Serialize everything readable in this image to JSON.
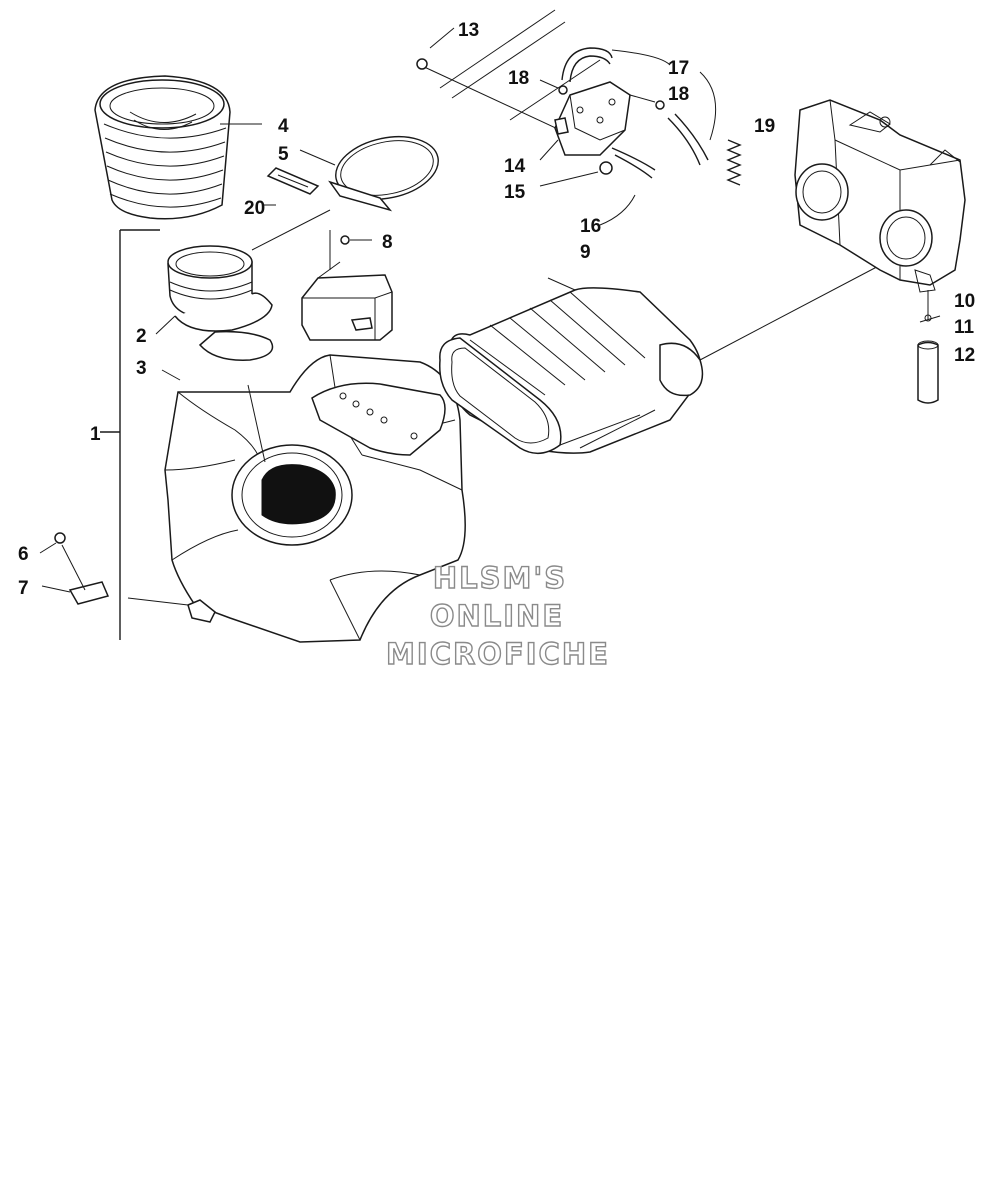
{
  "diagram": {
    "labels": {
      "p1": "1",
      "p2": "2",
      "p3": "3",
      "p4": "4",
      "p5": "5",
      "p6": "6",
      "p7": "7",
      "p8": "8",
      "p9": "9",
      "p10": "10",
      "p11": "11",
      "p12": "12",
      "p13": "13",
      "p14": "14",
      "p15": "15",
      "p16": "16",
      "p17": "17",
      "p18a": "18",
      "p18b": "18",
      "p19": "19",
      "p20": "20"
    },
    "watermark": {
      "line1": "HLSM'S",
      "line2": "ONLINE",
      "line3": "MICROFICHE"
    }
  }
}
